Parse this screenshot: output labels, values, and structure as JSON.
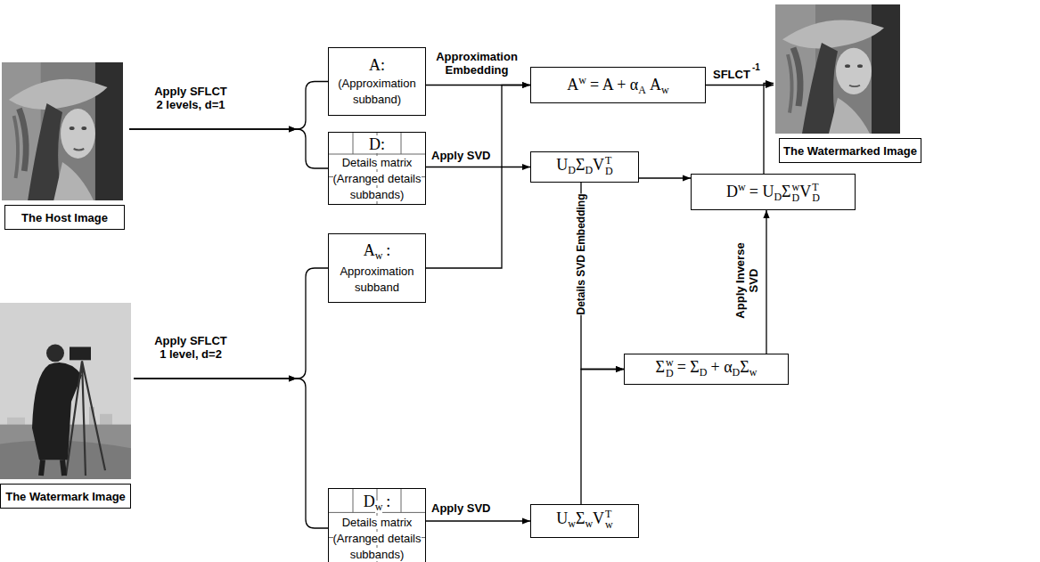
{
  "diagram": {
    "nodes": [
      {
        "text": [
          "The Host Image"
        ]
      },
      {
        "text": [
          "A:",
          "(Approximation subband)"
        ]
      },
      {
        "text": [
          "D:",
          "Details matrix (Arranged details subbands)"
        ]
      },
      {
        "text": [
          "A",
          "w",
          "= A + α",
          "A",
          "A",
          "w"
        ]
      },
      {
        "text": [
          "The Watermarked Image"
        ]
      },
      {
        "text": [
          "U",
          "D",
          "Σ",
          "D",
          "V",
          "T",
          "D"
        ]
      },
      {
        "text": [
          "D",
          "w",
          "= U",
          "D",
          "Σ",
          "w",
          "D",
          "V",
          "T",
          "D"
        ]
      },
      {
        "text": [
          "The Watermark Image"
        ]
      },
      {
        "text": [
          "A",
          "w",
          ":",
          "Approximation subband"
        ]
      },
      {
        "text": [
          "Σ",
          "w",
          "D",
          "= Σ",
          "D",
          "+ α",
          "D",
          "Σ",
          "w"
        ]
      },
      {
        "text": [
          "D",
          "w",
          ":",
          "Details matrix (Arranged details subbands)"
        ]
      },
      {
        "text": [
          "U",
          "w",
          "Σ",
          "w",
          "V",
          "T",
          "w"
        ]
      }
    ],
    "edges": [
      {
        "from": 0,
        "to": 1,
        "arrow": "to",
        "label": "Apply SFLCT 2 levels, d=1"
      },
      {
        "from": 0,
        "to": 2,
        "arrow": "to"
      },
      {
        "from": 1,
        "to": 3,
        "arrow": "to",
        "label": "Approximation Embedding"
      },
      {
        "from": 8,
        "to": 3,
        "arrow": "to"
      },
      {
        "from": 3,
        "to": 4,
        "arrow": "to"
      },
      {
        "from": 2,
        "to": 5,
        "arrow": "to",
        "label": "Apply SVD"
      },
      {
        "from": 5,
        "to": 6,
        "arrow": "to"
      },
      {
        "from": 6,
        "to": 4,
        "arrow": "to"
      },
      {
        "from": 7,
        "to": 8,
        "arrow": "to",
        "label": "Apply SFLCT 1 level, d=2"
      },
      {
        "from": 7,
        "to": 10,
        "arrow": "to"
      },
      {
        "from": 5,
        "to": 9,
        "arrow": "to",
        "label": "Details SVD Embedding"
      },
      {
        "from": 11,
        "to": 9,
        "arrow": "to"
      },
      {
        "from": 10,
        "to": 11,
        "arrow": "to",
        "label": "Apply SVD"
      },
      {
        "from": 9,
        "to": 6,
        "arrow": "to",
        "label": "Apply Inverse SVD"
      }
    ],
    "labels": [
      "SFLCT",
      "-1"
    ]
  }
}
